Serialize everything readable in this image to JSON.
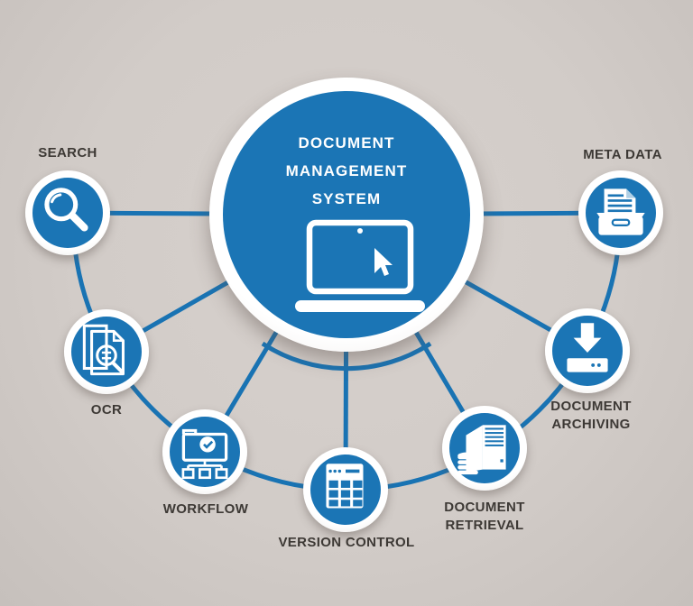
{
  "diagram": {
    "title_lines": [
      "DOCUMENT",
      "MANAGEMENT",
      "SYSTEM"
    ],
    "hub_icon": "laptop-cursor-icon"
  },
  "nodes": {
    "search": {
      "label": "SEARCH",
      "icon": "magnifier-icon"
    },
    "ocr": {
      "label": "OCR",
      "icon": "document-scan-icon"
    },
    "workflow": {
      "label": "WORKFLOW",
      "icon": "flowchart-monitor-icon"
    },
    "version_control": {
      "label": "VERSION CONTROL",
      "icon": "grid-table-icon"
    },
    "document_retrieval": {
      "label": "DOCUMENT RETRIEVAL",
      "icon": "server-database-icon"
    },
    "document_archiving": {
      "label": "DOCUMENT ARCHIVING",
      "icon": "download-drive-icon"
    },
    "meta_data": {
      "label": "META DATA",
      "icon": "document-tray-icon"
    }
  },
  "colors": {
    "accent": "#1b75b5",
    "line": "#1973b3",
    "background": "#d2ccc8",
    "label_text": "#3d3935",
    "icon": "#ffffff"
  }
}
